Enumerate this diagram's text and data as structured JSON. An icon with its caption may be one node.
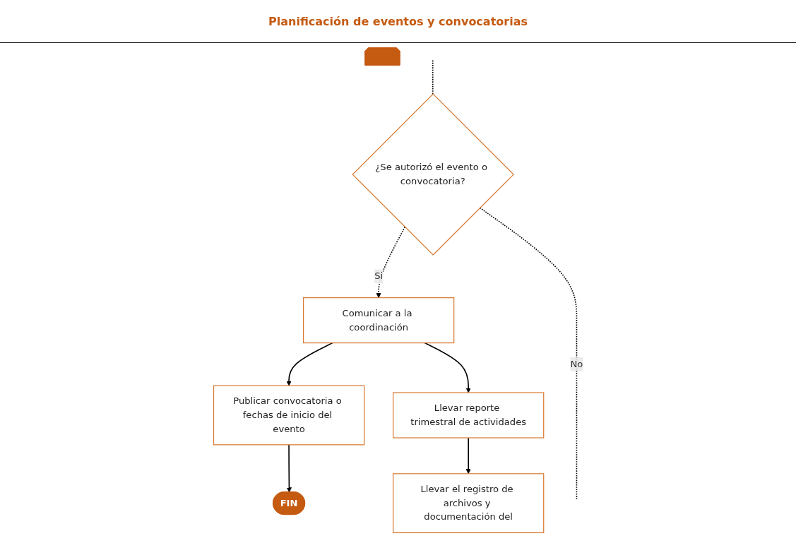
{
  "diagram": {
    "title": "Planificación de eventos y convocatorias",
    "nodes": [
      {
        "text": [],
        "shape": "pentagon"
      },
      {
        "text": [
          "Publicar convocatoria o fechas de inicio del evento"
        ]
      },
      {
        "text": [
          "Comunicar a la coordinación"
        ]
      },
      {
        "text": [
          "¿Se autorizó el evento o convocatoria?"
        ]
      },
      {
        "text": [
          "FIN"
        ]
      },
      {
        "text": [
          "Llevar reporte trimestral de actividades"
        ]
      },
      {
        "text": [
          "Llevar el registro de archivos y documentación del"
        ]
      }
    ],
    "edges": [
      {
        "from": null,
        "to": 3,
        "arrow": "none",
        "style": "dashed"
      },
      {
        "from": 3,
        "to": 2,
        "arrow": "to",
        "label": "Si",
        "style": "dashed"
      },
      {
        "from": 2,
        "to": 1,
        "arrow": "to"
      },
      {
        "from": 1,
        "to": 4,
        "arrow": "to"
      },
      {
        "from": 2,
        "to": 5,
        "arrow": "to"
      },
      {
        "from": 5,
        "to": 6,
        "arrow": "to"
      },
      {
        "from": 3,
        "to": null,
        "arrow": "none",
        "label": "No",
        "style": "dashed"
      }
    ]
  }
}
